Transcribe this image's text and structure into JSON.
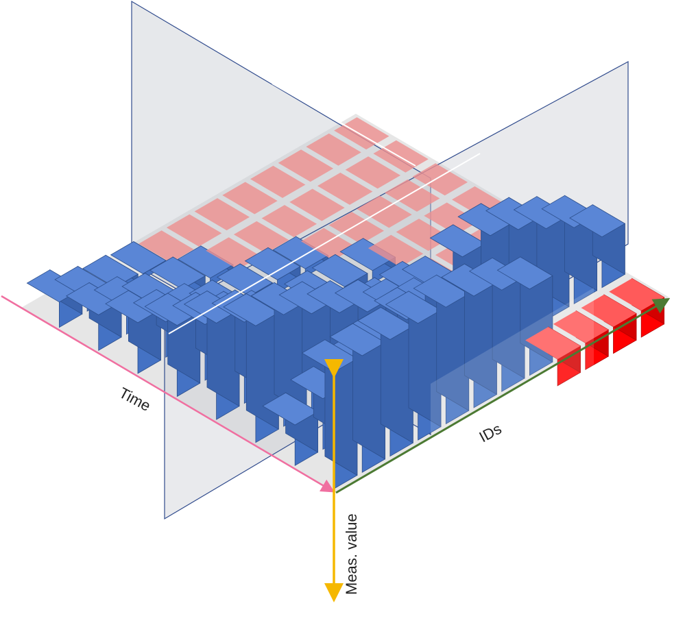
{
  "labels": {
    "time": "Time",
    "ids": "IDs",
    "meas_value": "Meas. value"
  },
  "colors": {
    "bar_front": "#4472c4",
    "bar_top": "#5a86d6",
    "bar_side": "#3a63ad",
    "bar_edge": "#2c4f8c",
    "neg_bar_front": "#ff0000",
    "neg_bar_top": "#ff5a5a",
    "neg_bar_side": "#d40000",
    "faded_red": "#ee8f8f",
    "floor": "#e6e6e6",
    "plane_fill": "#c8cbd2",
    "plane_edge": "#2f4a8c",
    "time_axis": "#f06fa0",
    "ids_axis": "#4c7a33",
    "value_axis": "#f5b800",
    "cut_line": "#ffffff"
  },
  "grid": {
    "time_steps": 8,
    "id_steps": 12
  },
  "values": [
    [
      4.6,
      4.6,
      4.6,
      4.6,
      4.6,
      4.4,
      4.0,
      3.4,
      -1.0,
      -1.0,
      -1.0,
      -1.0
    ],
    [
      1.6,
      2.0,
      2.4,
      2.8,
      3.2,
      3.8,
      4.4,
      4.6,
      4.2,
      3.6,
      3.0,
      2.0
    ],
    [
      4.6,
      4.4,
      3.8,
      3.2,
      2.6,
      2.0,
      1.4,
      0.8,
      -0.6,
      -1.0,
      -2.4,
      -3.0
    ],
    [
      3.8,
      3.2,
      2.6,
      2.0,
      1.4,
      0.8,
      0.5,
      0.5,
      -0.6,
      -1.0,
      -1.6,
      -2.4
    ],
    [
      2.8,
      2.2,
      1.6,
      1.0,
      0.5,
      0.5,
      0.5,
      0.5,
      -0.5,
      -0.8,
      -1.0,
      -1.6
    ],
    [
      2.0,
      1.4,
      1.0,
      0.5,
      0.5,
      0.5,
      0.3,
      -0.3,
      -0.5,
      -0.8,
      -1.0,
      -1.2
    ],
    [
      1.4,
      1.0,
      0.5,
      0.5,
      0.3,
      -0.2,
      -0.2,
      -0.2,
      -0.3,
      -0.5,
      -0.8,
      -1.0
    ],
    [
      1.0,
      0.5,
      0.3,
      0.2,
      -0.2,
      -0.2,
      -0.2,
      -0.2,
      -0.3,
      -0.5,
      -0.8,
      -1.0
    ]
  ]
}
